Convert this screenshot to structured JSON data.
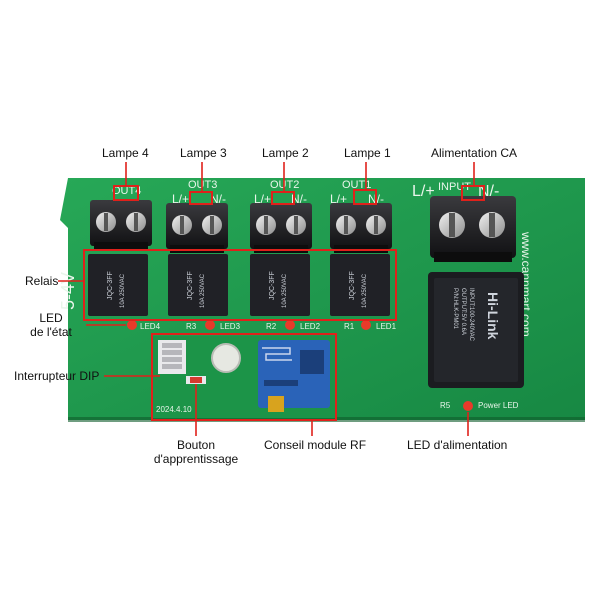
{
  "image": {
    "description": "Annotated photo of a green 4-channel relay receiver PCB with French callouts"
  },
  "callouts": {
    "lamp4": "Lampe 4",
    "lamp3": "Lampe 3",
    "lamp2": "Lampe 2",
    "lamp1": "Lampe 1",
    "ac_power": "Alimentation CA",
    "relays": "Relais",
    "status_led_line1": "LED",
    "status_led_line2": "de l'état",
    "dip_switch": "Interrupteur DIP",
    "learn_button_line1": "Bouton",
    "learn_button_line2": "d'apprentissage",
    "rf_module": "Conseil module RF",
    "power_led": "LED d'alimentation"
  },
  "board_labels": {
    "out4": "OUT4",
    "out3": "OUT3",
    "out2": "OUT2",
    "out1": "OUT1",
    "input": "INPUT",
    "terminal_l": "L/+",
    "terminal_n": "N/-",
    "led4": "LED4",
    "led3": "LED3",
    "led2": "LED2",
    "led1": "LED1",
    "r3": "R3",
    "r2": "R2",
    "r1": "R1",
    "r5": "R5",
    "power_led": "Power LED",
    "date": "2024.4.10",
    "website": "www.cannmart.com",
    "voltage_mark": "5-4V",
    "relay_model": "JQC-3FF",
    "relay_rating": "10A 250VAC",
    "psu_brand": "Hi-Link",
    "psu_model": "P/N:HLK-PM01",
    "psu_spec": "INPUT:100-240VAC",
    "psu_out": "OUTPUT:5V 0.6A"
  },
  "colors": {
    "pcb_green": "#1f9a4c",
    "annotation_red": "#e0211b",
    "terminal_black": "#1b1b1b",
    "relay_black": "#202126",
    "module_blue": "#2a63b8"
  }
}
